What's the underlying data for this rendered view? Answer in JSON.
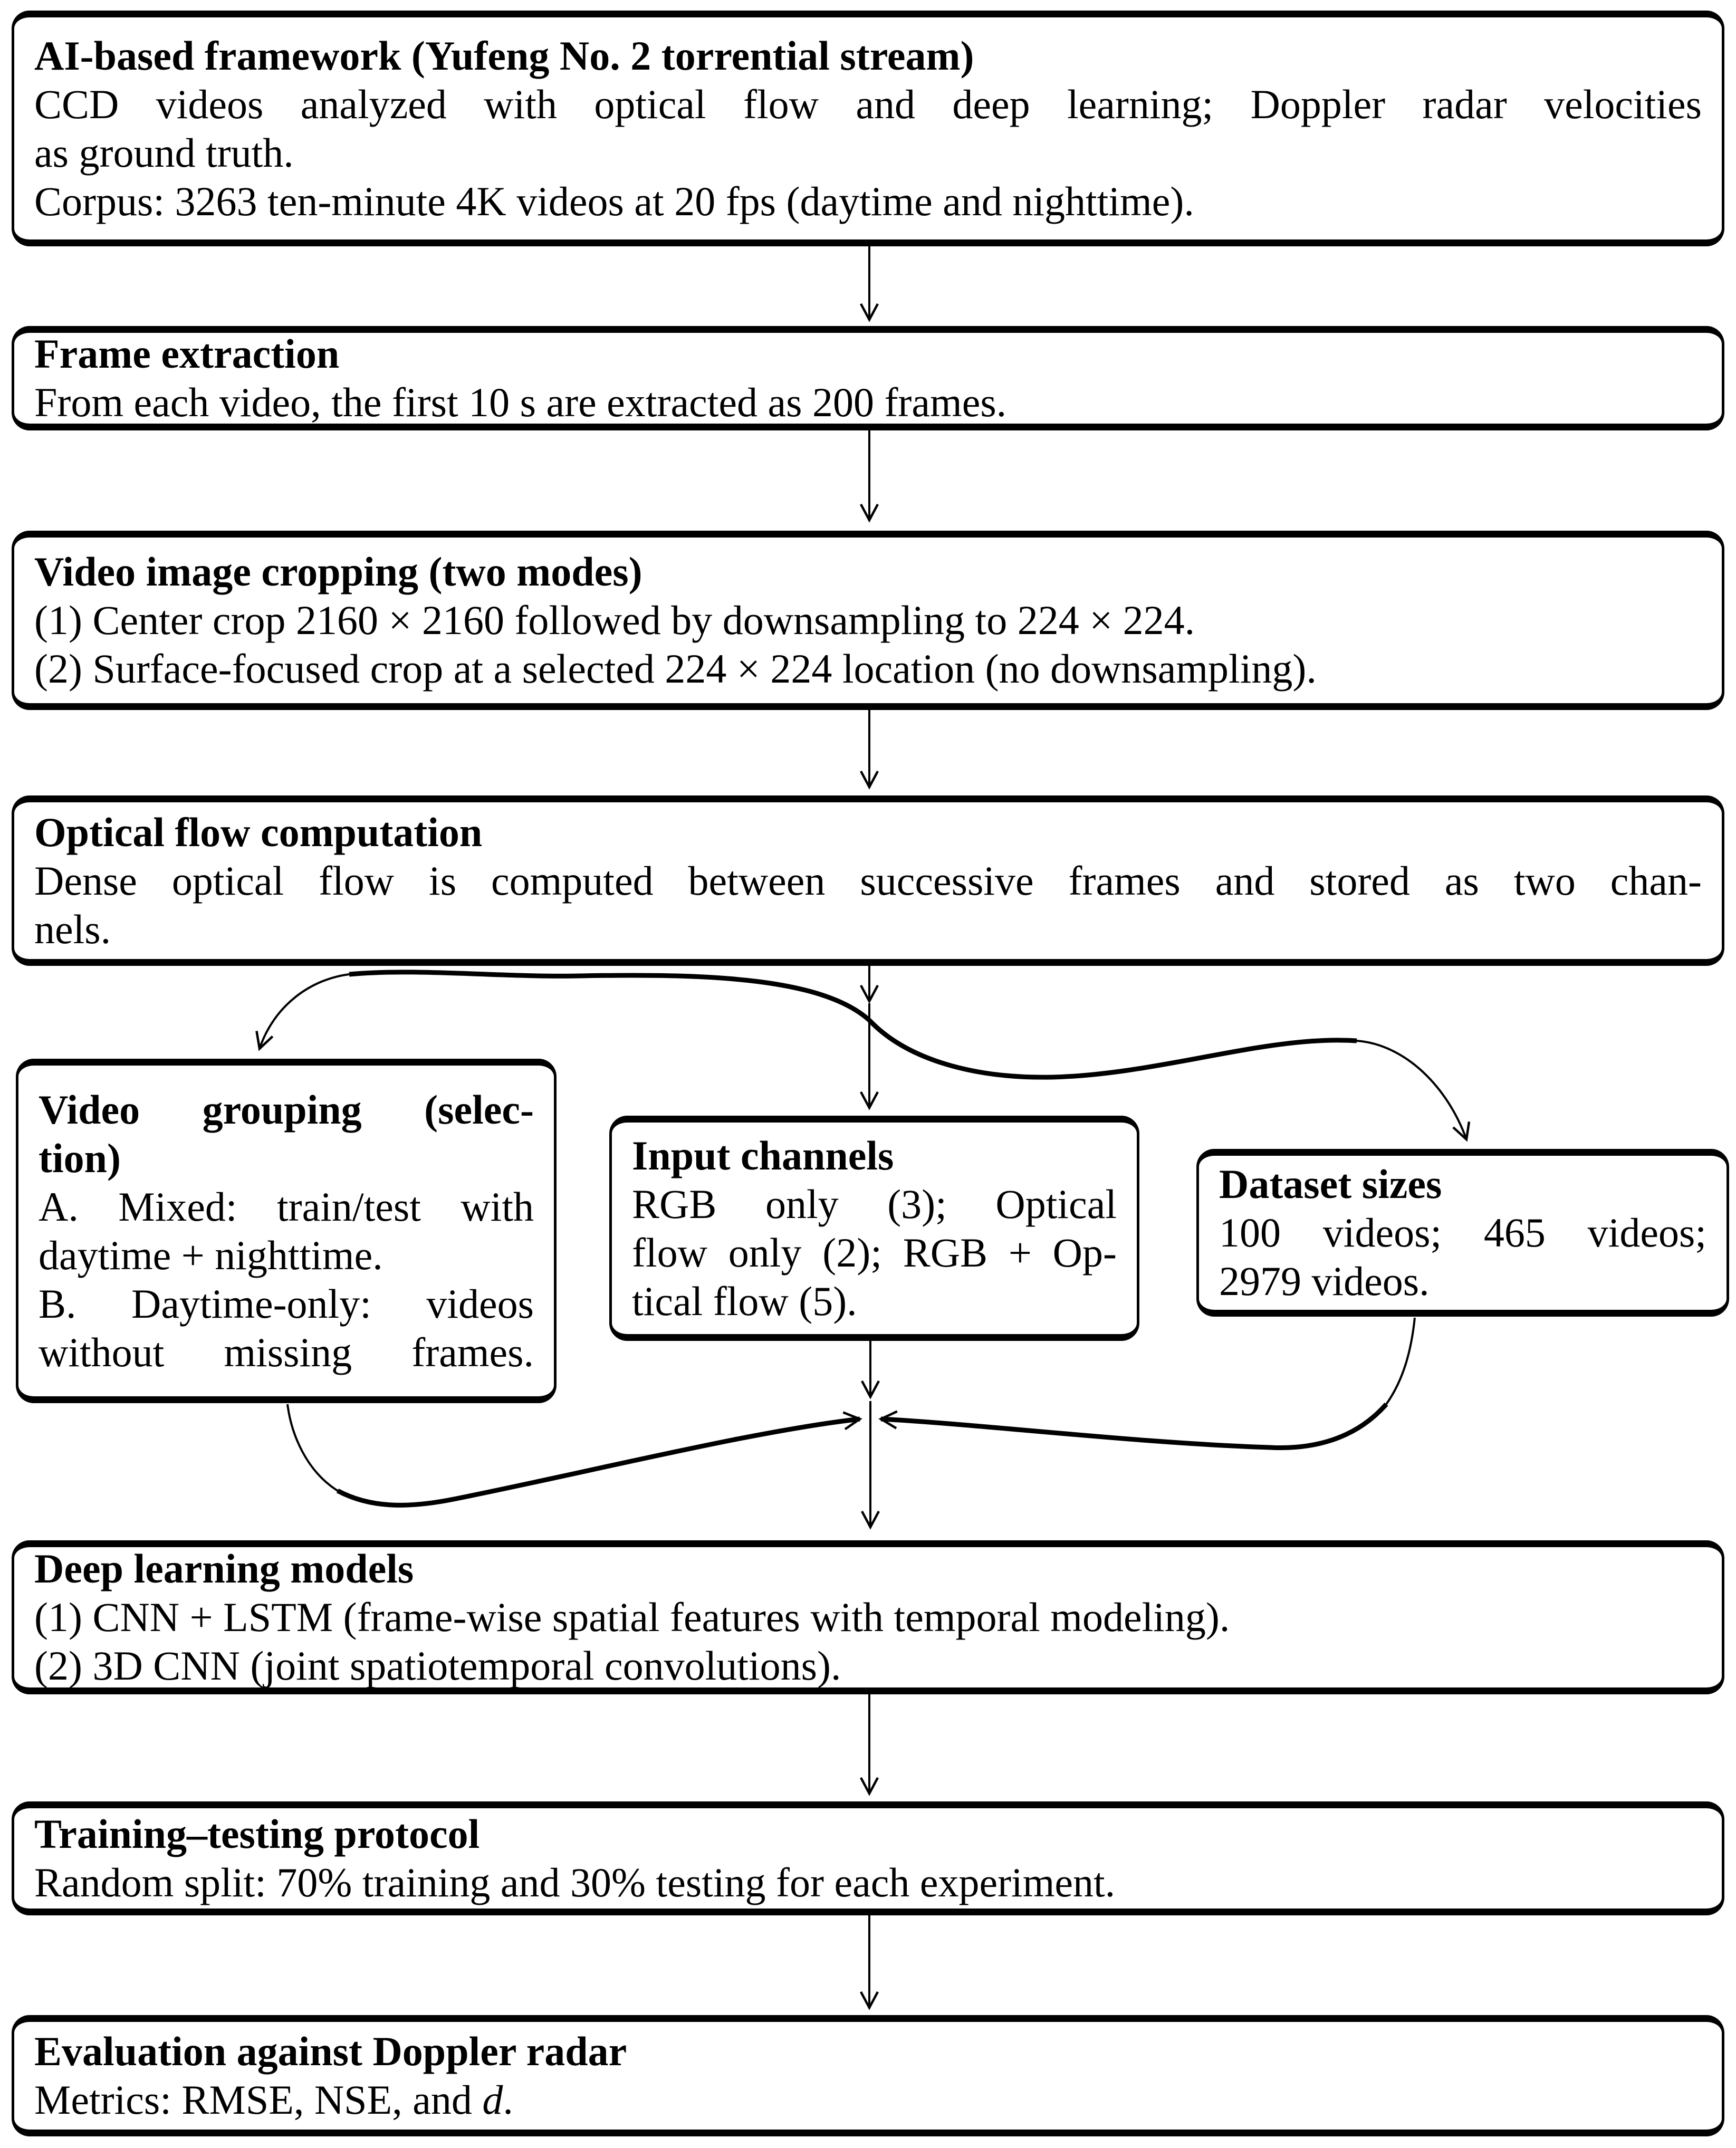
{
  "page": {
    "background": "#ffffff",
    "ink": "#000000"
  },
  "boxes": {
    "framework": {
      "title": "AI-based framework (Yufeng No. 2 torrential stream)",
      "lines": [
        "CCD videos analyzed with optical flow and deep learning; Doppler radar velocities",
        "as ground truth.",
        "Corpus: 3263 ten-minute 4K videos at 20 fps (daytime and nighttime)."
      ]
    },
    "frame_extraction": {
      "title": "Frame extraction",
      "lines": [
        "From each video, the first 10 s are extracted as 200 frames."
      ]
    },
    "cropping": {
      "title": "Video image cropping (two modes)",
      "lines": [
        "(1) Center crop 2160 × 2160 followed by downsampling to 224 × 224.",
        "(2) Surface-focused crop at a selected 224 × 224 location (no downsampling)."
      ]
    },
    "optical_flow": {
      "title": "Optical flow computation",
      "lines": [
        "Dense optical flow is computed between successive frames and stored as two chan-",
        "nels."
      ]
    },
    "video_grouping": {
      "title_line1": "Video grouping (selec-",
      "title_line2": "tion)",
      "lines": [
        "A. Mixed: train/test with",
        "daytime + nighttime.",
        "B. Daytime-only: videos",
        "without missing frames."
      ]
    },
    "input_channels": {
      "title": "Input channels",
      "lines": [
        "RGB only (3); Optical",
        "flow only (2); RGB + Op-",
        "tical flow (5)."
      ]
    },
    "dataset_sizes": {
      "title": "Dataset sizes",
      "lines": [
        "100 videos; 465 videos;",
        "2979 videos."
      ]
    },
    "models": {
      "title": "Deep learning models",
      "lines": [
        "(1) CNN + LSTM (frame-wise spatial features with temporal modeling).",
        "(2) 3D CNN (joint spatiotemporal convolutions)."
      ]
    },
    "protocol": {
      "title": "Training–testing protocol",
      "lines": [
        "Random split: 70% training and 30% testing for each experiment."
      ]
    },
    "evaluation": {
      "title": "Evaluation against Doppler radar",
      "metrics_prefix": "Metrics: RMSE, NSE, and ",
      "metrics_var": "d",
      "metrics_end": "."
    }
  }
}
